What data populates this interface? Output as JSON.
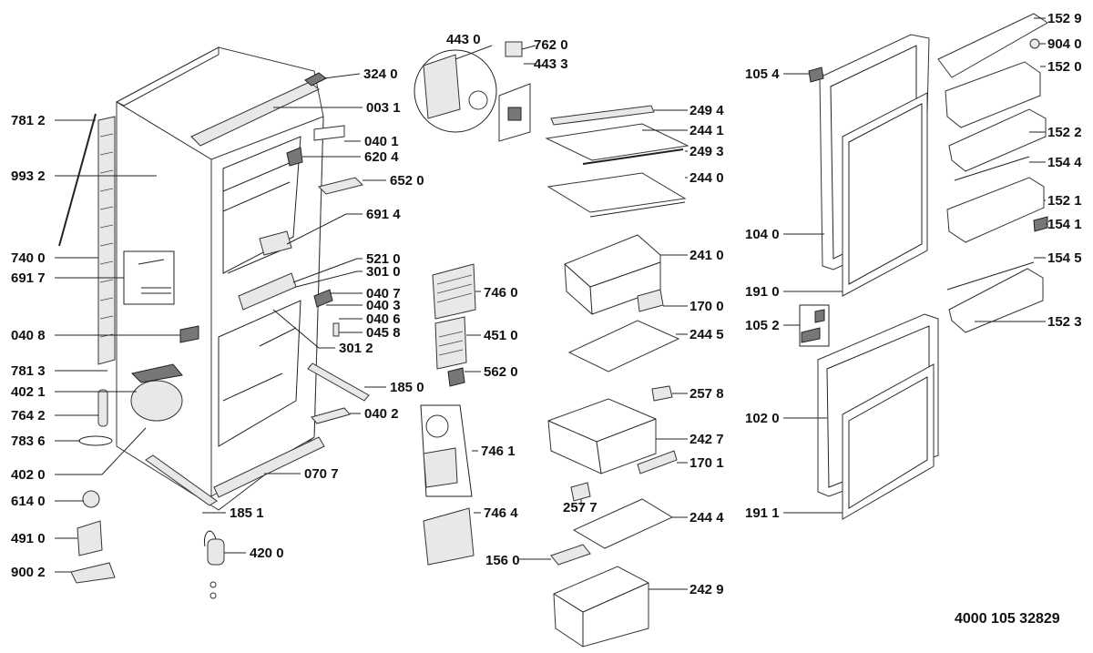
{
  "document_number": "4000 105 32829",
  "callouts": {
    "c7812": "781 2",
    "c9932": "993 2",
    "c7400": "740 0",
    "c6917": "691 7",
    "c0408": "040 8",
    "c7813": "781 3",
    "c4021": "402 1",
    "c7642": "764 2",
    "c7836": "783 6",
    "c4020": "402 0",
    "c6140": "614 0",
    "c4910": "491 0",
    "c9002": "900 2",
    "c3240": "324 0",
    "c0031": "003 1",
    "c0401": "040 1",
    "c6204": "620 4",
    "c6520": "652 0",
    "c6914": "691 4",
    "c5210": "521 0",
    "c3010": "301 0",
    "c0407": "040 7",
    "c0403": "040 3",
    "c0406": "040 6",
    "c0458": "045 8",
    "c3012": "301 2",
    "c1850": "185 0",
    "c0402": "040 2",
    "c0707": "070 7",
    "c1851": "185 1",
    "c4200": "420 0",
    "c4430": "443 0",
    "c7620": "762 0",
    "c4433": "443 3",
    "c7460": "746 0",
    "c4510": "451 0",
    "c5620": "562 0",
    "c7461": "746 1",
    "c7464": "746 4",
    "c1560": "156 0",
    "c2494": "249 4",
    "c2441": "244 1",
    "c2493": "249 3",
    "c2440": "244 0",
    "c2410": "241 0",
    "c1700": "170 0",
    "c2445": "244 5",
    "c2578": "257 8",
    "c2427": "242 7",
    "c1701": "170 1",
    "c2577": "257 7",
    "c2444": "244 4",
    "c2429": "242 9",
    "c1054": "105 4",
    "c1040": "104 0",
    "c1910": "191 0",
    "c1052": "105 2",
    "c1020": "102 0",
    "c1911": "191 1",
    "c1529": "152 9",
    "c9040": "904 0",
    "c1520": "152 0",
    "c1522": "152 2",
    "c1544": "154 4",
    "c1521": "152 1",
    "c1541": "154 1",
    "c1545": "154 5",
    "c1523": "152 3"
  }
}
